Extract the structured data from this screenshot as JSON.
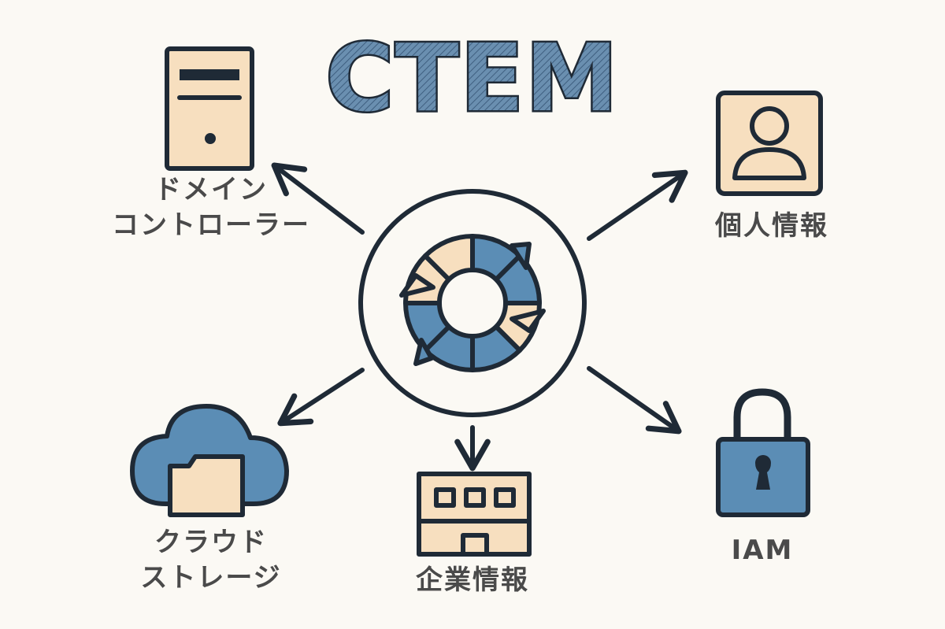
{
  "title": "CTEM",
  "nodes": {
    "domain_controller": {
      "label_line1": "ドメイン",
      "label_line2": "コントローラー"
    },
    "personal_info": {
      "label": "個人情報"
    },
    "cloud_storage": {
      "label_line1": "クラウド",
      "label_line2": "ストレージ"
    },
    "corporate_info": {
      "label": "企業情報"
    },
    "iam": {
      "label": "IAM"
    }
  },
  "colors": {
    "background": "#fbf9f4",
    "ink": "#1f2a36",
    "accent_blue": "#5b8db5",
    "accent_beige": "#f7dfbf",
    "label_gray": "#4a4a4a"
  }
}
